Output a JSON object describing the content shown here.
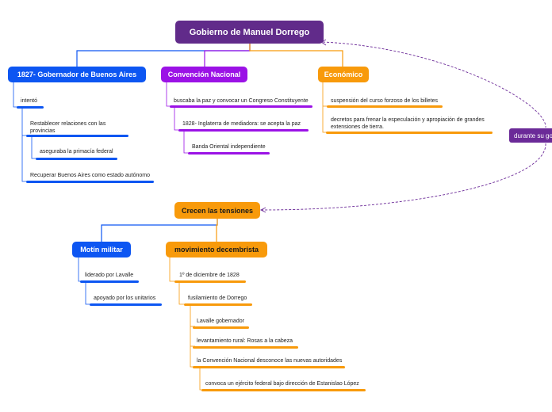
{
  "colors": {
    "root": "#612b8a",
    "blue": "#0d56f2",
    "purple": "#9b12e6",
    "orange": "#f89a0b",
    "float": "#6b2a98"
  },
  "root": {
    "label": "Gobierno de Manuel Dorrego"
  },
  "branches": {
    "gobernador": {
      "label": "1827- Gobernador de Buenos Aires",
      "items": [
        "intentó",
        "Restablecer relaciones con las provincias",
        "aseguraba la primacía federal",
        "Recuperar Buenos Aires como estado autónomo"
      ]
    },
    "convencion": {
      "label": "Convención Nacional",
      "items": [
        "buscaba la paz y convocar un Congreso Constituyente",
        "1828- Inglaterra de mediadora: se acepta la paz",
        "Banda Oriental independiente"
      ]
    },
    "economico": {
      "label": "Económico",
      "items": [
        "suspensión del curso forzoso de los billetes",
        "decretos para frenar la especulación y apropiación de grandes extensiones de tierra."
      ]
    }
  },
  "floating": {
    "label": "durante su gobierno"
  },
  "tensiones": {
    "label": "Crecen las tensiones",
    "motin": {
      "label": "Motín militar",
      "items": [
        "liderado por Lavalle",
        "apoyado por los unitarios"
      ]
    },
    "decembrista": {
      "label": "movimiento decembrista",
      "items": [
        "1º de diciembre de 1828",
        "fusilamiento de Dorrego",
        "Lavalle gobernador",
        "levantamiento rural: Rosas a la cabeza",
        "la Convención Nacional desconoce las nuevas autoridades",
        "convoca un ejército federal bajo dirección de Estanislao López"
      ]
    }
  }
}
